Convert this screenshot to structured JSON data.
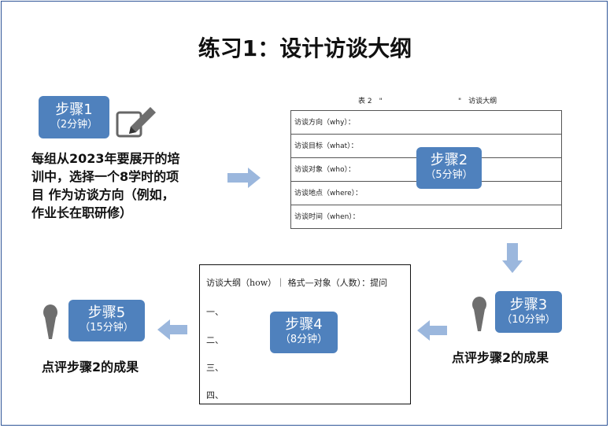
{
  "title": "练习1：设计访谈大纲",
  "steps": [
    {
      "label": "步骤1",
      "time": "（2分钟）"
    },
    {
      "label": "步骤2",
      "time": "（5分钟）"
    },
    {
      "label": "步骤3",
      "time": "（10分钟）"
    },
    {
      "label": "步骤4",
      "time": "（8分钟）"
    },
    {
      "label": "步骤5",
      "time": "（15分钟）"
    }
  ],
  "step1_description": [
    "每组从2023年要展开的培",
    "训中，选择一个8学时的项",
    "目 作为访谈方向（例如，",
    "作业长在职研修）"
  ],
  "table": {
    "caption_left": "表 2　\"",
    "caption_right": "\"　访谈大纲",
    "rows": [
      "访谈方向（why）：",
      "访谈目标（what）：",
      "访谈对象（who）：",
      "访谈地点（where）：",
      "访谈时间（when）："
    ]
  },
  "outline": {
    "header": "访谈大纲（how）｜ 格式—对象（人数）：提问",
    "items": [
      "一、",
      "二、",
      "三、",
      "四、"
    ]
  },
  "step3_description": "点评步骤2的成果",
  "step5_description": "点评步骤2的成果",
  "colors": {
    "step_box": "#4f81bd",
    "arrow": "#9bb7dd",
    "frame": "#2f5597"
  },
  "icons": [
    "pencil-edit-icon",
    "microphone-icon"
  ]
}
